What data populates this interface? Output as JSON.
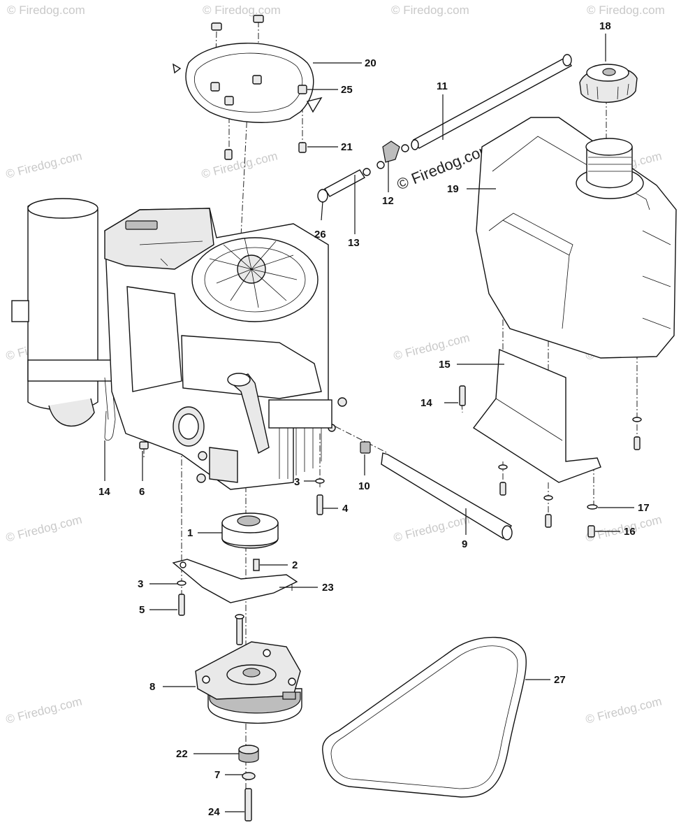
{
  "watermark": {
    "text": "© Firedog.com"
  },
  "callouts": {
    "p1": "1",
    "p2": "2",
    "p3a": "3",
    "p3b": "3",
    "p4": "4",
    "p5": "5",
    "p6": "6",
    "p7": "7",
    "p8": "8",
    "p9": "9",
    "p10": "10",
    "p11": "11",
    "p12": "12",
    "p13": "13",
    "p14a": "14",
    "p14b": "14",
    "p15": "15",
    "p16": "16",
    "p17": "17",
    "p18": "18",
    "p19": "19",
    "p20": "20",
    "p21": "21",
    "p22": "22",
    "p23": "23",
    "p24": "24",
    "p25": "25",
    "p26": "26",
    "p27": "27"
  }
}
